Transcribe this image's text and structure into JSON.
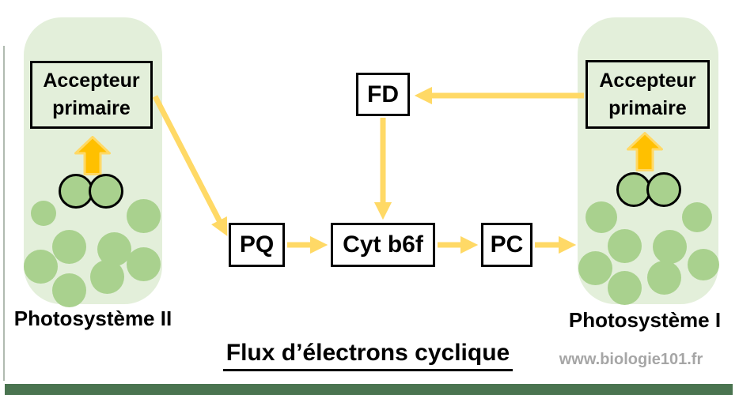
{
  "diagram": {
    "title": "Flux d’électrons cyclique",
    "watermark": "www.biologie101.fr",
    "photosystem2": {
      "label": "Photosystème II",
      "acceptor": {
        "line1": "Accepteur",
        "line2": "primaire"
      },
      "dots": [
        [
          9,
          232,
          32
        ],
        [
          130,
          230,
          43
        ],
        [
          36,
          269,
          43
        ],
        [
          93,
          272,
          43
        ],
        [
          0,
          294,
          43
        ],
        [
          130,
          291,
          43
        ],
        [
          84,
          307,
          43
        ],
        [
          36,
          324,
          43
        ]
      ]
    },
    "photosystem1": {
      "label": "Photosystème I",
      "acceptor": {
        "line1": "Accepteur",
        "line2": "primaire"
      },
      "dots": [
        [
          10,
          233,
          40
        ],
        [
          132,
          234,
          38
        ],
        [
          38,
          268,
          43
        ],
        [
          95,
          269,
          43
        ],
        [
          1,
          296,
          43
        ],
        [
          139,
          293,
          40
        ],
        [
          88,
          308,
          43
        ],
        [
          38,
          321,
          43
        ]
      ]
    },
    "nodes": {
      "fd": "FD",
      "pq": "PQ",
      "cyt": "Cyt b6f",
      "pc": "PC"
    }
  },
  "colors": {
    "panel_fill": "#e3efda",
    "dot_green": "#a9d18e",
    "connector_gold": "#ffd966",
    "block_arrow_gold": "#ffc000",
    "footer_green": "#4a7450",
    "watermark_gray": "#a6a6a6"
  }
}
